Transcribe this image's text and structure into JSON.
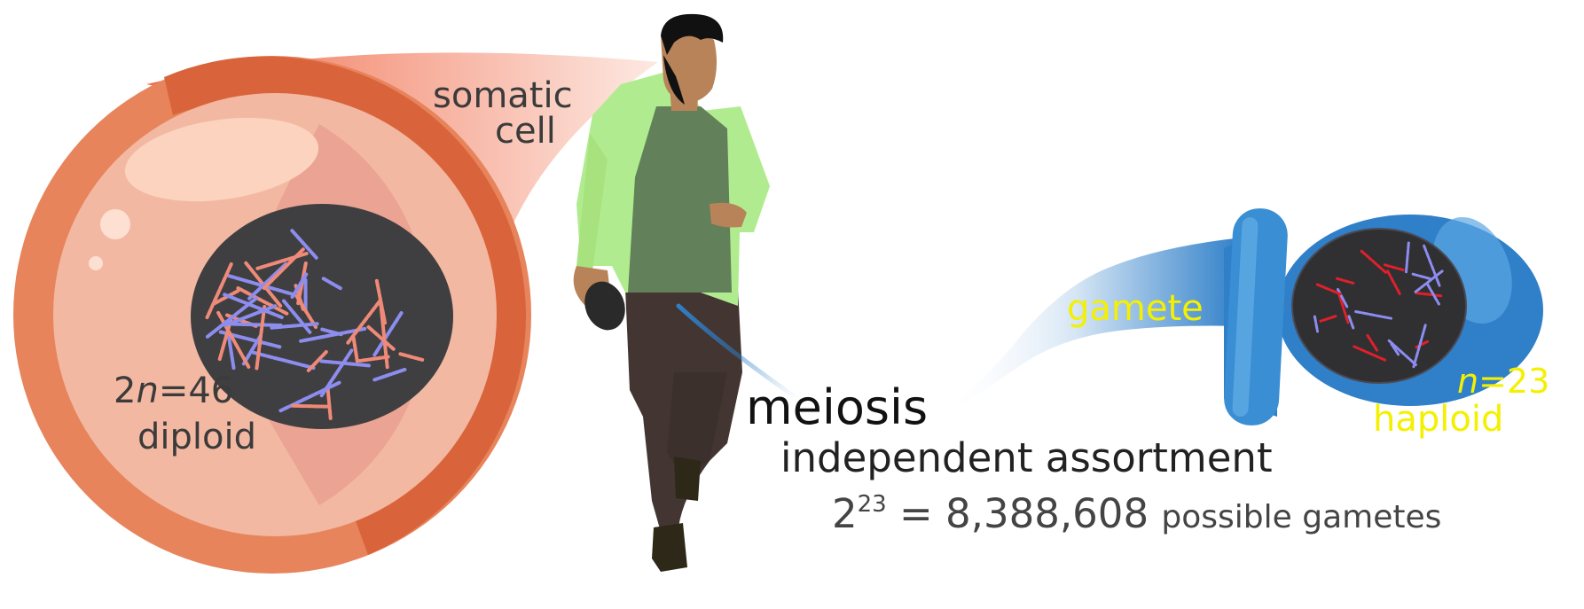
{
  "labels": {
    "somatic_line1": "somatic",
    "somatic_line2": "cell",
    "left_ploidy_prefix": "2",
    "left_ploidy_n": "n",
    "left_ploidy_suffix": "=46",
    "left_ploidy_word": "diploid",
    "gamete": "gamete",
    "right_ploidy_n": "n",
    "right_ploidy_suffix": "=23",
    "right_ploidy_word": "haploid",
    "meiosis": "meiosis",
    "assortment": "independent assortment",
    "formula_base": "2",
    "formula_exp": "23",
    "formula_value": " = 8,388,608 ",
    "formula_tail": "possible gametes"
  },
  "colors": {
    "somatic_outer": "#e7845c",
    "somatic_ring": "#d9643c",
    "somatic_inner": "#f6b09a",
    "nucleus": "#3f3f41",
    "chromosome_a": "#f08a78",
    "chromosome_b": "#8d8df0",
    "gamete_blue": "#2f7fc9",
    "gamete_light": "#5aa6e2",
    "gamete_red": "#e0202a",
    "jacket": "#b0ec8f",
    "shirt": "#628059",
    "trousers": "#433632",
    "skin": "#b9835a",
    "hair": "#111111",
    "label_yellow": "#f4f000"
  }
}
